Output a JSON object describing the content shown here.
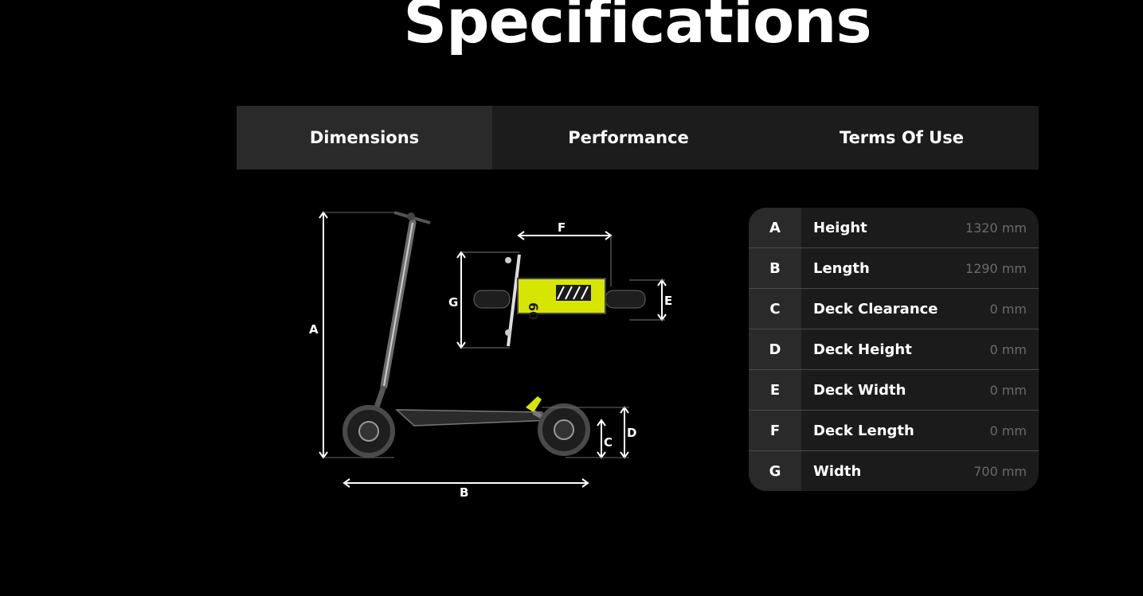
{
  "page": {
    "title": "Specifications"
  },
  "tabs": [
    {
      "label": "Dimensions",
      "active": true
    },
    {
      "label": "Performance",
      "active": false
    },
    {
      "label": "Terms Of Use",
      "active": false
    }
  ],
  "diagram": {
    "labels": {
      "a": "A",
      "b": "B",
      "c": "C",
      "d": "D",
      "e": "E",
      "f": "F",
      "g": "G"
    },
    "deck_number": "60"
  },
  "specs": [
    {
      "letter": "A",
      "name": "Height",
      "value": "1320 mm"
    },
    {
      "letter": "B",
      "name": "Length",
      "value": "1290 mm"
    },
    {
      "letter": "C",
      "name": "Deck Clearance",
      "value": "0 mm"
    },
    {
      "letter": "D",
      "name": "Deck Height",
      "value": "0 mm"
    },
    {
      "letter": "E",
      "name": "Deck Width",
      "value": "0 mm"
    },
    {
      "letter": "F",
      "name": "Deck Length",
      "value": "0 mm"
    },
    {
      "letter": "G",
      "name": "Width",
      "value": "700 mm"
    }
  ],
  "colors": {
    "background": "#000000",
    "tab_bar": "#1c1c1c",
    "tab_active": "#2a2a2a",
    "accent_yellow": "#d7e600",
    "value_text": "#6a6a6a"
  }
}
